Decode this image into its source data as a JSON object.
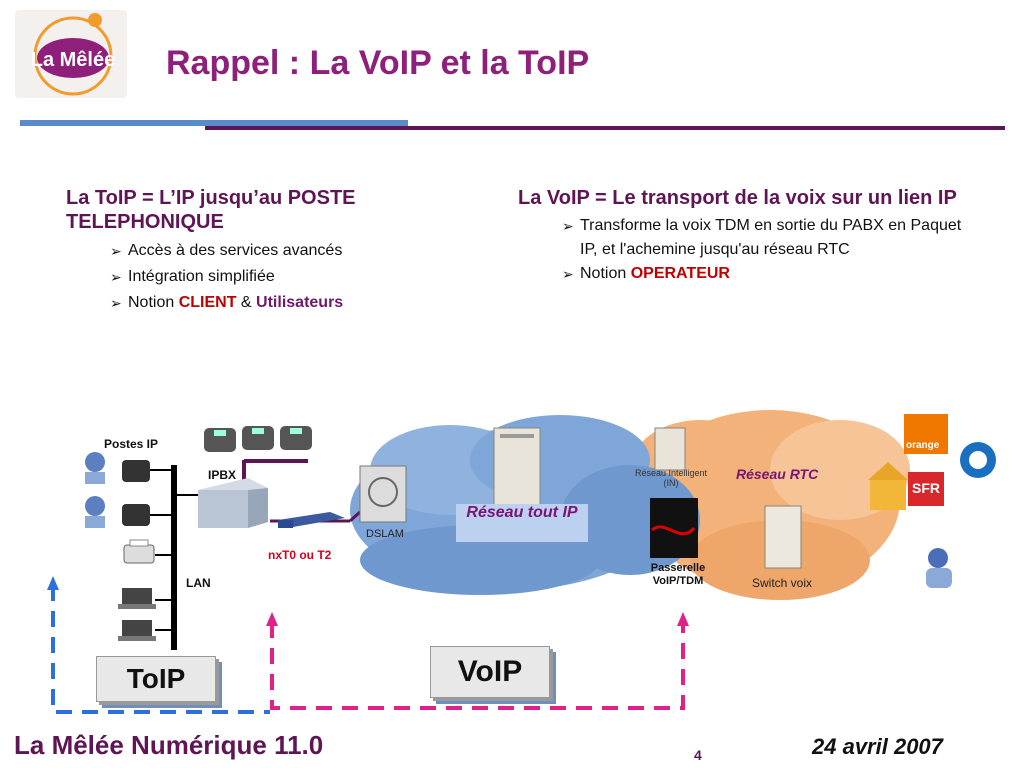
{
  "slide": {
    "logo_text": "La Mêlée",
    "title": "Rappel : La VoIP et la ToIP"
  },
  "left_column": {
    "heading": "La ToIP = L’IP jusqu’au POSTE TELEPHONIQUE",
    "bullets": [
      "Accès à des services avancés",
      "Intégration simplifiée"
    ],
    "notion_prefix": "Notion ",
    "notion_client": "CLIENT",
    "notion_amp": " & ",
    "notion_users": "Utilisateurs"
  },
  "right_column": {
    "heading": "La VoIP = Le transport de la voix sur un lien IP",
    "bullets": [
      "Transforme la voix TDM en sortie du PABX en Paquet IP, et l'achemine jusqu'au réseau RTC"
    ],
    "notion_prefix": "Notion ",
    "notion_operator": "OPERATEUR"
  },
  "diagram": {
    "label_postes_ip": "Postes IP",
    "label_ipbx": "IPBX",
    "label_lan": "LAN",
    "label_nxt0": "nxT0 ou T2",
    "label_dslam": "DSLAM",
    "label_reseau_tout_ip": "Réseau tout IP",
    "label_reseau_intelligent": "Réseau Intelligent (IN)",
    "label_reseau_rtc": "Réseau RTC",
    "label_passerelle": "Passerelle VoIP/TDM",
    "label_switch_voix": "Switch voix",
    "label_orange": "orange",
    "label_sfr": "SFR",
    "box_toip": "ToIP",
    "box_voip": "VoIP"
  },
  "footer": {
    "left": "La Mêlée Numérique 11.0",
    "page": "4",
    "date": "24 avril 2007"
  },
  "colors": {
    "title": "#8e1f7a",
    "purple_dark": "#5f1455",
    "blue_bar": "#5b8ac8",
    "dash_blue": "#2e6fe0",
    "dash_pink": "#e0218a",
    "cloud_blue": "#7fa6d8",
    "cloud_orange": "#f2b27a"
  }
}
